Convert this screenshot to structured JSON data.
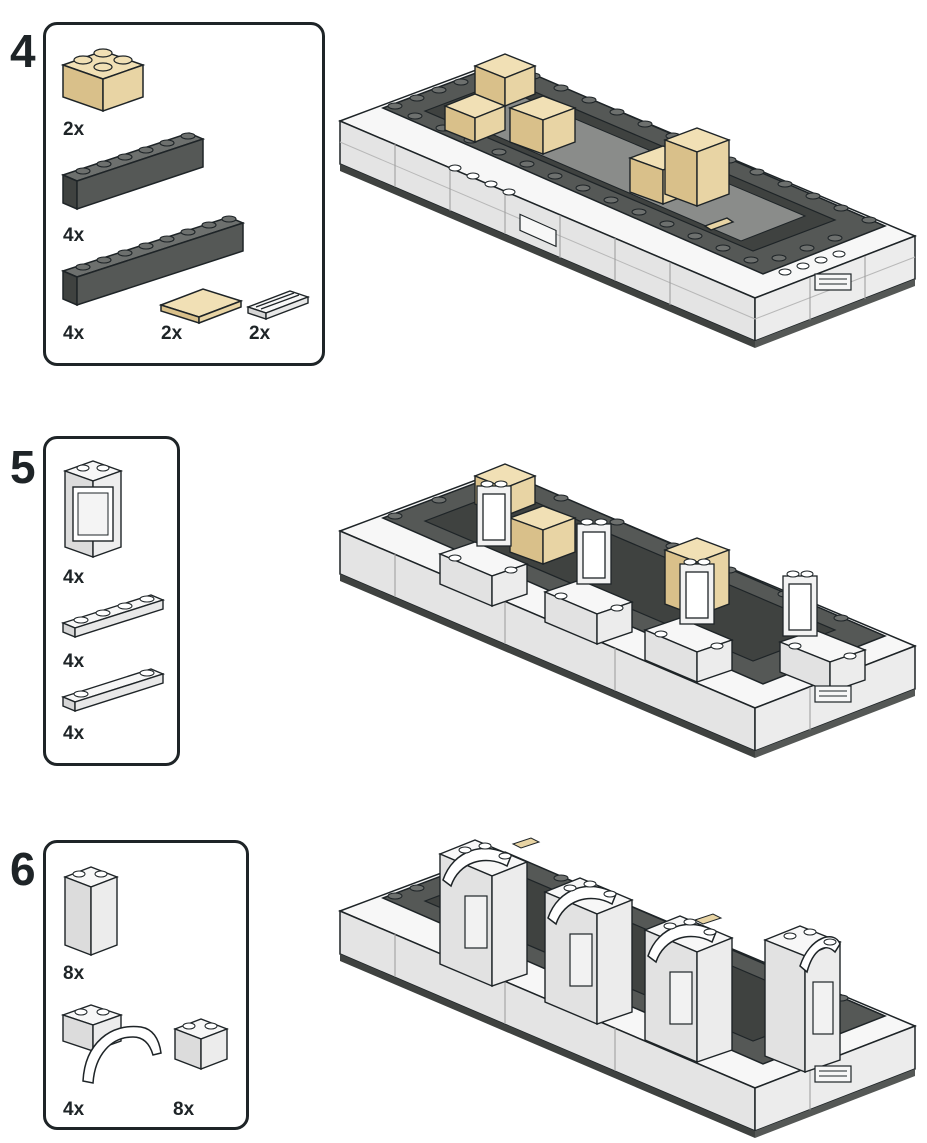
{
  "steps": [
    {
      "number": "4",
      "parts": [
        {
          "name": "tan-2x2-brick",
          "qty": "2x",
          "color": "#e8d4a4"
        },
        {
          "name": "dark-gray-1x6-brick",
          "qty": "4x",
          "color": "#555856"
        },
        {
          "name": "dark-gray-1x8-brick",
          "qty": "4x",
          "color": "#555856"
        },
        {
          "name": "tan-2x2-tile",
          "qty": "2x",
          "color": "#e8d4a4"
        },
        {
          "name": "white-grille-tile",
          "qty": "2x",
          "color": "#eeeeee"
        }
      ]
    },
    {
      "number": "5",
      "parts": [
        {
          "name": "white-window-frame",
          "qty": "4x",
          "color": "#eeeeee"
        },
        {
          "name": "white-1x4-plate",
          "qty": "4x",
          "color": "#eeeeee"
        },
        {
          "name": "white-1x4-jumper-tile",
          "qty": "4x",
          "color": "#eeeeee"
        }
      ]
    },
    {
      "number": "6",
      "parts": [
        {
          "name": "white-1x2x2-brick",
          "qty": "8x",
          "color": "#eeeeee"
        },
        {
          "name": "white-arch",
          "qty": "4x",
          "color": "#eeeeee"
        },
        {
          "name": "white-1x2-brick",
          "qty": "8x",
          "color": "#eeeeee"
        }
      ]
    }
  ],
  "colors": {
    "outline": "#1e2427",
    "dark_gray": "#555856",
    "tan": "#e8d4a4",
    "white": "#f2f2f2"
  }
}
